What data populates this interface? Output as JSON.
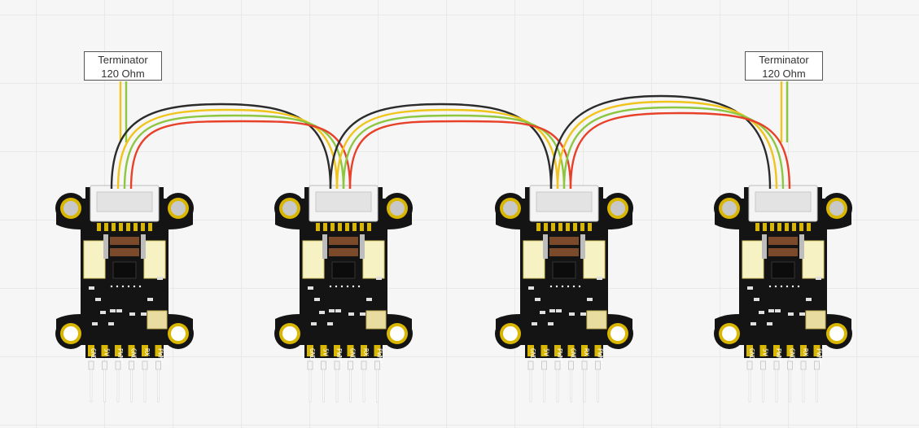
{
  "terminators": [
    {
      "line1": "Terminator",
      "line2": "120 Ohm"
    },
    {
      "line1": "Terminator",
      "line2": "120 Ohm"
    }
  ],
  "board_pins": [
    "GND",
    "5V",
    "PWM3",
    "GND",
    "RX",
    "PWM4"
  ],
  "wire_colors": {
    "black": "#2b2b2b",
    "yellow": "#f0c419",
    "green": "#8dc63f",
    "red": "#e8412a"
  },
  "board_count": 4
}
